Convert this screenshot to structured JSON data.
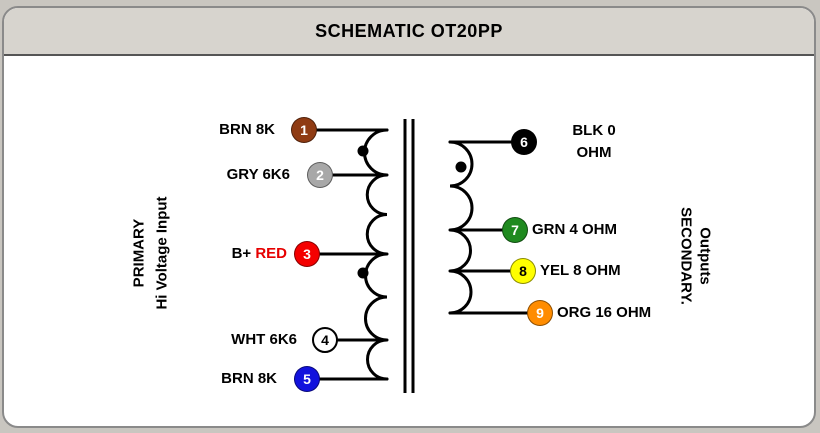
{
  "window": {
    "title": "SCHEMATIC OT20PP"
  },
  "primary_section": {
    "title": "PRIMARY",
    "subtitle": "Hi Voltage Input"
  },
  "secondary_section": {
    "title": "SECONDARY.",
    "subtitle": "Outputs"
  },
  "pins": {
    "p1": {
      "number": "1",
      "label": "BRN 8K",
      "fill": "#8f3b13",
      "number_color": "#ffffff"
    },
    "p2": {
      "number": "2",
      "label": "GRY 6K6",
      "fill": "#a8a8a8",
      "number_color": "#ffffff"
    },
    "p3": {
      "number": "3",
      "label_plain": "B+",
      "label_colored": "RED",
      "label_colored_color": "#e60000",
      "fill": "#f40000",
      "number_color": "#ffffff"
    },
    "p4": {
      "number": "4",
      "label": "WHT 6K6",
      "fill": "#ffffff",
      "number_color": "#000000"
    },
    "p5": {
      "number": "5",
      "label": "BRN 8K",
      "fill": "#1212dd",
      "number_color": "#ffffff"
    },
    "p6": {
      "number": "6",
      "label_line1": "BLK 0",
      "label_line2": "OHM",
      "fill": "#000000",
      "number_color": "#ffffff"
    },
    "p7": {
      "number": "7",
      "label": "GRN 4 OHM",
      "fill": "#1f8a1f",
      "number_color": "#ffffff"
    },
    "p8": {
      "number": "8",
      "label": "YEL 8 OHM",
      "fill": "#ffff00",
      "number_color": "#000000"
    },
    "p9": {
      "number": "9",
      "label": "ORG 16 OHM",
      "fill": "#ff8c00",
      "number_color": "#ffffff"
    }
  }
}
